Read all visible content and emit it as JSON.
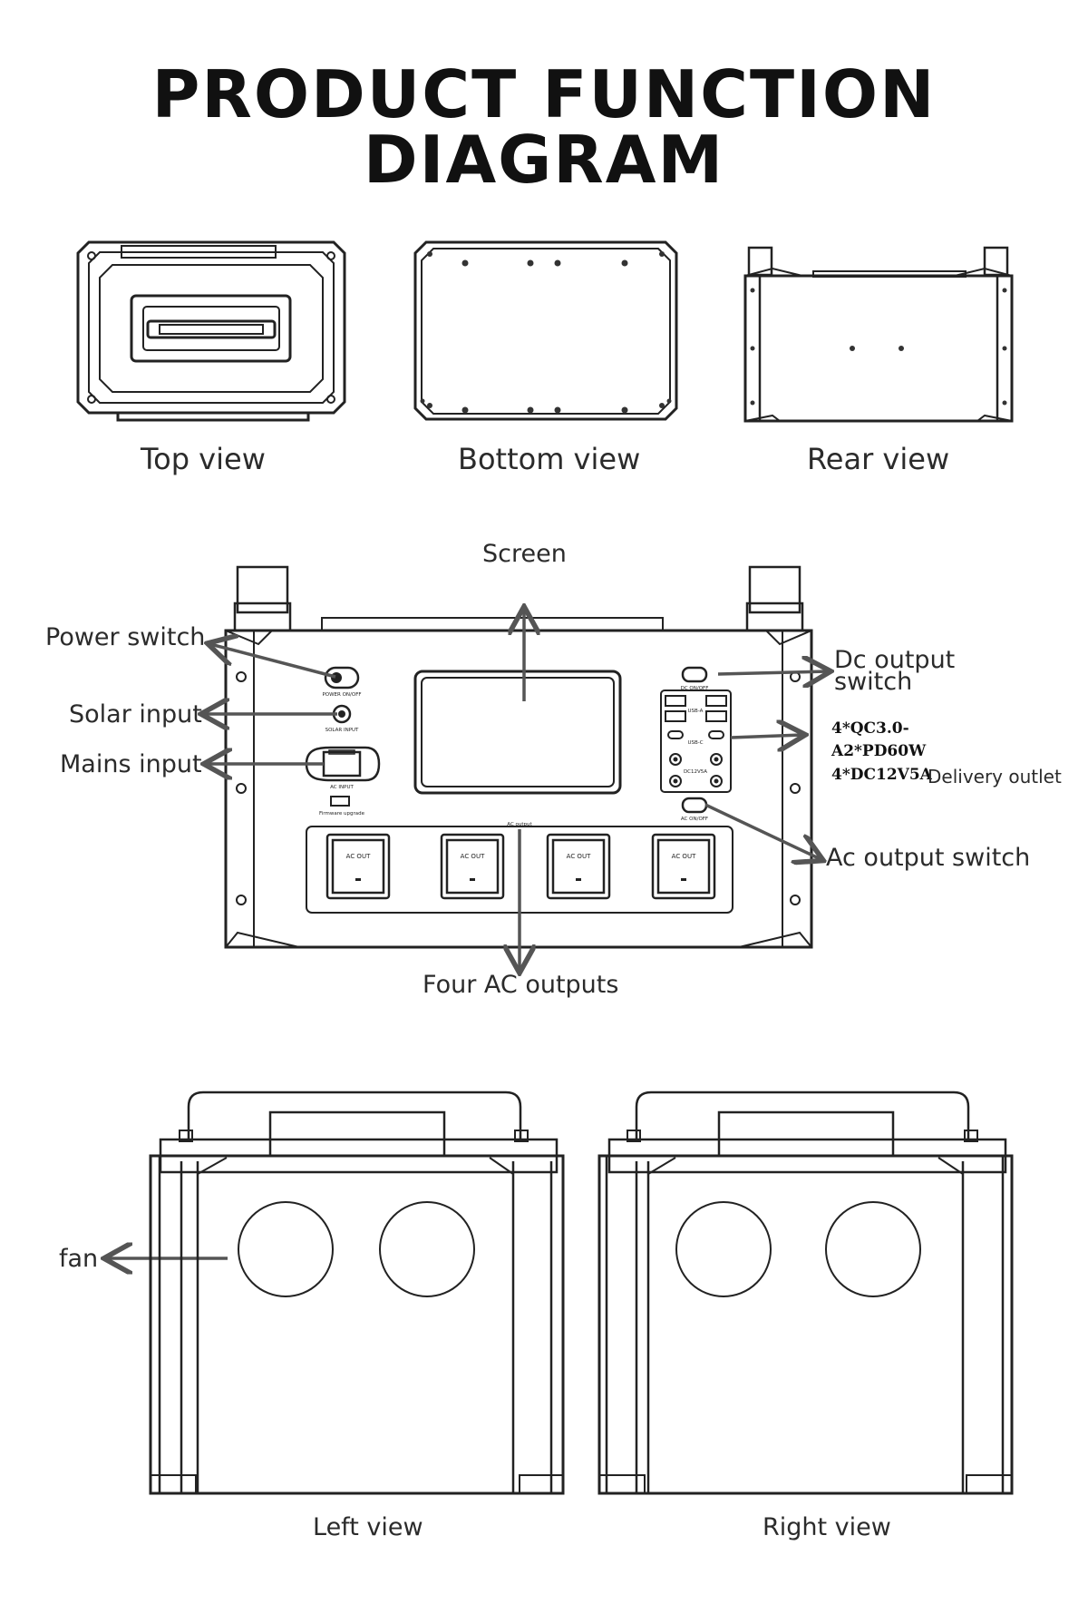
{
  "title": "PRODUCT FUNCTION DIAGRAM",
  "views": {
    "top": "Top view",
    "bottom": "Bottom view",
    "rear": "Rear view",
    "left": "Left view",
    "right": "Right view"
  },
  "callouts": {
    "screen": "Screen",
    "power_switch": "Power switch",
    "solar_input": "Solar input",
    "mains_input": "Mains input",
    "dc_output_switch_line1": "Dc output",
    "dc_output_switch_line2": "switch",
    "usb_line1": "4*QC3.0-",
    "usb_line2": "A2*PD60W",
    "usb_line3": "4*DC12V5A",
    "delivery_outlet": "Delivery outlet",
    "ac_output_switch": "Ac output switch",
    "four_ac_outputs": "Four AC outputs",
    "fan": "fan"
  },
  "panel_labels": {
    "power_on_off": "POWER ON/OFF",
    "solar_input": "SOLAR INPUT",
    "ac_input": "AC INPUT",
    "firmware_upgrade": "Firmware upgrade",
    "dc_on_off": "DC ON/OFF",
    "usb_a": "USB-A",
    "usb_c": "USB-C",
    "dc12v5a": "DC12V5A",
    "ac_on_off": "AC ON/OFF",
    "ac_output": "AC output",
    "ac_out": "AC OUT"
  },
  "colors": {
    "line": "#222222",
    "arrow": "#555555"
  }
}
